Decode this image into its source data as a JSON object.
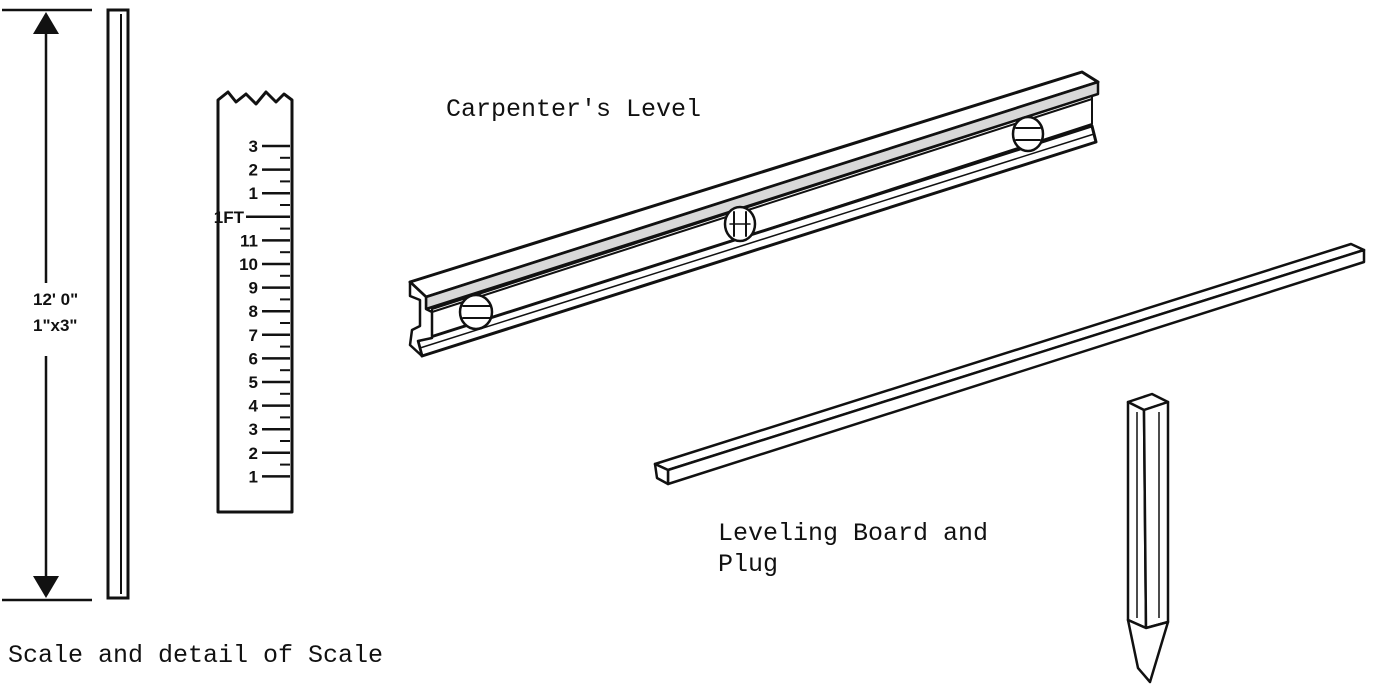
{
  "figure": {
    "captions": {
      "carpenters_level": "Carpenter's Level",
      "leveling_board_line1": "Leveling Board and",
      "leveling_board_line2": "Plug",
      "scale": "Scale and detail of Scale"
    },
    "scale_rod": {
      "length_label": "12' 0\"",
      "size_label": "1\"x3\""
    },
    "scale_detail": {
      "tick_labels": [
        "3",
        "2",
        "1",
        "1FT",
        "11",
        "10",
        "9",
        "8",
        "7",
        "6",
        "5",
        "4",
        "3",
        "2",
        "1"
      ]
    }
  }
}
